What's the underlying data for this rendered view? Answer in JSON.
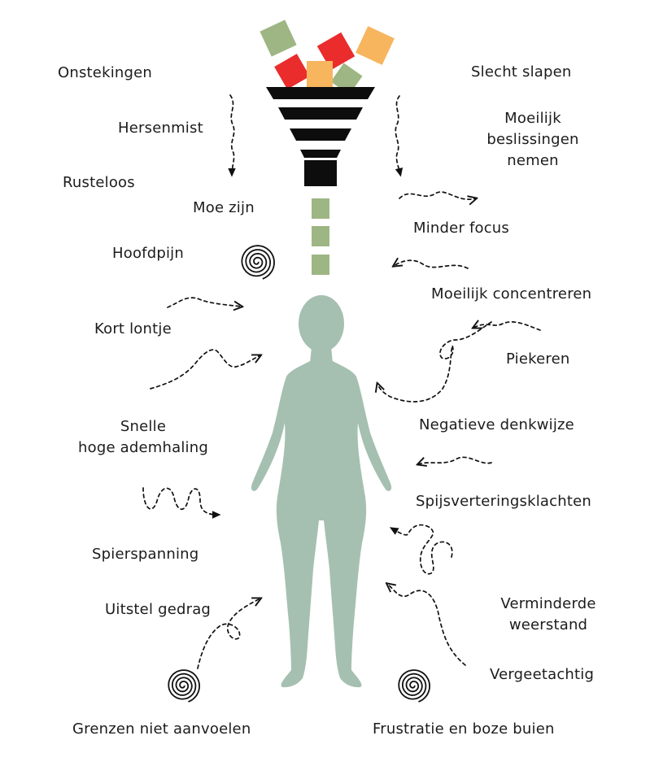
{
  "colors": {
    "green": "#9db683",
    "red": "#ea2c2c",
    "orange": "#f7b55e",
    "figure": "#a5c0b0",
    "funnel": "#0d0d0d",
    "text": "#1c1c1c"
  },
  "labels": {
    "onstekingen": "Onstekingen",
    "hersenmist": "Hersenmist",
    "rusteloos": "Rusteloos",
    "moe_zijn": "Moe zijn",
    "hoofdpijn": "Hoofdpijn",
    "kort_lontje": "Kort lontje",
    "snelle": [
      "Snelle",
      "hoge ademhaling"
    ],
    "spierspanning": "Spierspanning",
    "uitstel_gedrag": "Uitstel gedrag",
    "grenzen": "Grenzen niet aanvoelen",
    "slecht_slapen": "Slecht slapen",
    "moeilijk_beslissingen": [
      "Moeilijk",
      "beslissingen",
      "nemen"
    ],
    "minder_focus": "Minder focus",
    "moeilijk_concentreren": "Moeilijk concentreren",
    "piekeren": "Piekeren",
    "negatieve_denkwijze": "Negatieve denkwijze",
    "spijsvertering": "Spijsverteringsklachten",
    "verminderde_weerstand": [
      "Verminderde",
      "weerstand"
    ],
    "vergeetachtig": "Vergeetachtig",
    "frustratie": "Frustratie en boze buien"
  },
  "icons": {
    "funnel": "funnel-icon",
    "spiral": "spiral-icon",
    "figure": "human-figure-icon",
    "arrow": "dashed-arrow-icon"
  }
}
